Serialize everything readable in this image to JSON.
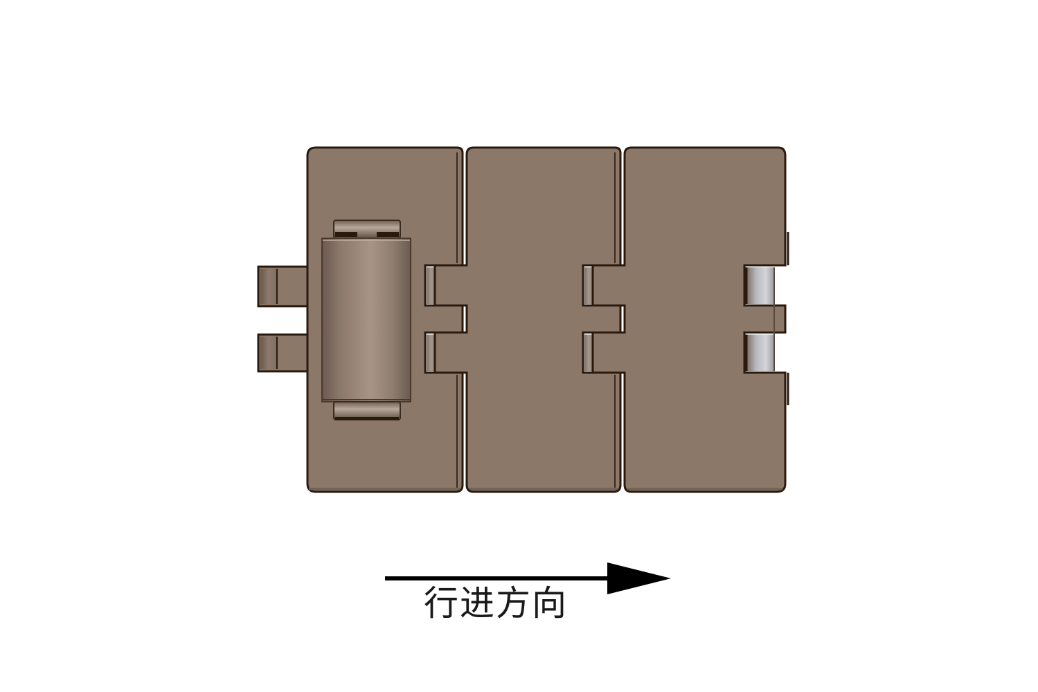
{
  "diagram": {
    "subject": "flat-top conveyor chain with roller",
    "colors": {
      "plate_fill": "#8b7869",
      "plate_outline": "#2a1a0e",
      "roller_light": "#a89485",
      "roller_dark": "#6e5e52",
      "pin_highlight": "#c4c6cc",
      "arrow": "#000000",
      "background": "#ffffff"
    },
    "components": [
      {
        "name": "plate-1",
        "label": "chain plate with roller",
        "has_roller": true
      },
      {
        "name": "plate-2",
        "label": "chain plate",
        "has_roller": false
      },
      {
        "name": "plate-3",
        "label": "chain plate",
        "has_roller": false
      }
    ],
    "arrow": {
      "direction": "right",
      "label": "行进方向"
    }
  }
}
